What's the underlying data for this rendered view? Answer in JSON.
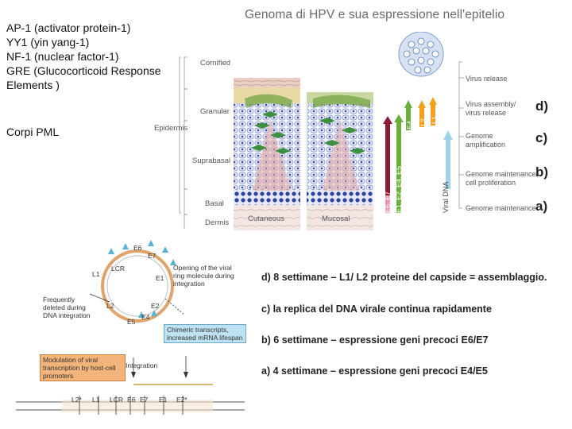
{
  "legend": {
    "lines": [
      "AP-1 (activator protein-1)",
      "YY1 (yin yang-1)",
      "NF-1 (nuclear factor-1)",
      "GRE (Glucocorticoid Response",
      "Elements )"
    ],
    "pml": "Corpi PML"
  },
  "figure_top": {
    "title": "Genoma di HPV e sua espressione nell'epitelio",
    "layers": [
      "Cornified",
      "Granular",
      "Suprabasal",
      "Basal",
      "Dermis"
    ],
    "epidermis_label": "Epidermis",
    "panels": [
      "Cutaneous",
      "Mucosal"
    ],
    "genes": {
      "red": "E6, E7",
      "green": "E1, E2, E4, E5",
      "e4": "E4",
      "l2": "L2",
      "l1": "L1",
      "viral_dna": "Viral DNA"
    },
    "stages": [
      "Virus release",
      "Virus assembly/ virus release",
      "Genome amplification",
      "Genome maintenance/ cell proliferation",
      "Genome maintenance"
    ],
    "letters": [
      "d)",
      "c)",
      "b)",
      "a)"
    ]
  },
  "figure_bottom": {
    "ring_labels": [
      "LCR",
      "E6",
      "E7",
      "E1",
      "E2",
      "E4",
      "E5",
      "L1",
      "L2"
    ],
    "opening_note": "Opening of the viral ring molecule during integration",
    "deleted_note": "Frequently deleted during DNA integration",
    "chimeric_note": "Chimeric transcripts, increased mRNA lifespan",
    "modulation_note": "Modulation of viral transcription by host-cell promoters",
    "integration_label": "Integration",
    "linear_labels": [
      "L2*",
      "L1",
      "LCR",
      "E6",
      "E7",
      "E1",
      "E2*"
    ]
  },
  "steps": [
    "d) 8 settimane – L1/ L2 proteine del capside = assemblaggio.",
    "c) la replica del DNA virale continua rapidamente",
    "b) 6 settimane – espressione geni precoci E6/E7",
    "a) 4 settimane – espressione geni precoci E4/E5"
  ],
  "colors": {
    "red_arrow": "#8e1b35",
    "green_arrow": "#6cae3a",
    "orange_arrow": "#f2a21e",
    "blue_arrow": "#9fd3ea",
    "note_blue": "#bfe2f2",
    "note_orange": "#f2b47a"
  }
}
